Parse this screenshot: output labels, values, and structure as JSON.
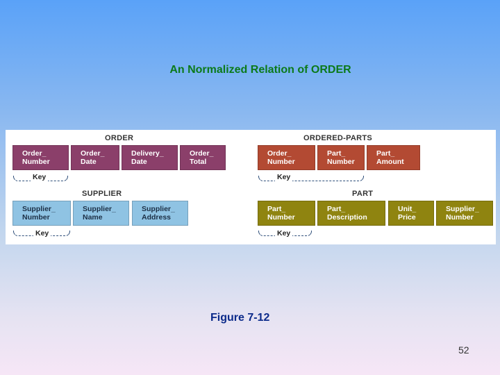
{
  "slide": {
    "title": "An Normalized Relation of ORDER",
    "caption": "Figure 7-12",
    "page_number": "52"
  },
  "relations": {
    "order": {
      "name": "ORDER",
      "fields": [
        "Order_ Number",
        "Order_ Date",
        "Delivery_ Date",
        "Order_ Total"
      ],
      "key_label": "Key"
    },
    "ordered_parts": {
      "name": "ORDERED-PARTS",
      "fields": [
        "Order_ Number",
        "Part_ Number",
        "Part_ Amount"
      ],
      "key_label": "Key"
    },
    "supplier": {
      "name": "SUPPLIER",
      "fields": [
        "Supplier_ Number",
        "Supplier_ Name",
        "Supplier_ Address"
      ],
      "key_label": "Key"
    },
    "part": {
      "name": "PART",
      "fields": [
        "Part_ Number",
        "Part_ Description",
        "Unit_ Price",
        "Supplier_ Number"
      ],
      "key_label": "Key"
    }
  },
  "colors": {
    "order": "#8b3f6a",
    "ordered_parts": "#b34a33",
    "supplier": "#8fc3e3",
    "part": "#8f8410",
    "title_green": "#0b7a1a",
    "caption_blue": "#0b2a8a"
  }
}
